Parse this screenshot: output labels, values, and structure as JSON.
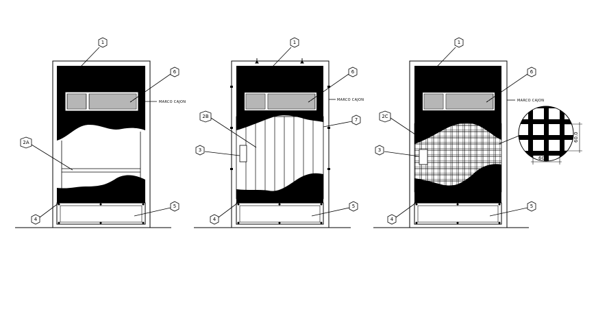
{
  "labels": {
    "one": "1",
    "two_a": "2A",
    "two_b": "2B",
    "two_c": "2C",
    "three": "3",
    "four": "4",
    "five": "5",
    "six": "6",
    "seven": "7"
  },
  "notes": {
    "frame_note": "MARCO CAJON"
  },
  "dimensions": {
    "horizontal": "60.0",
    "vertical": "60.0"
  }
}
